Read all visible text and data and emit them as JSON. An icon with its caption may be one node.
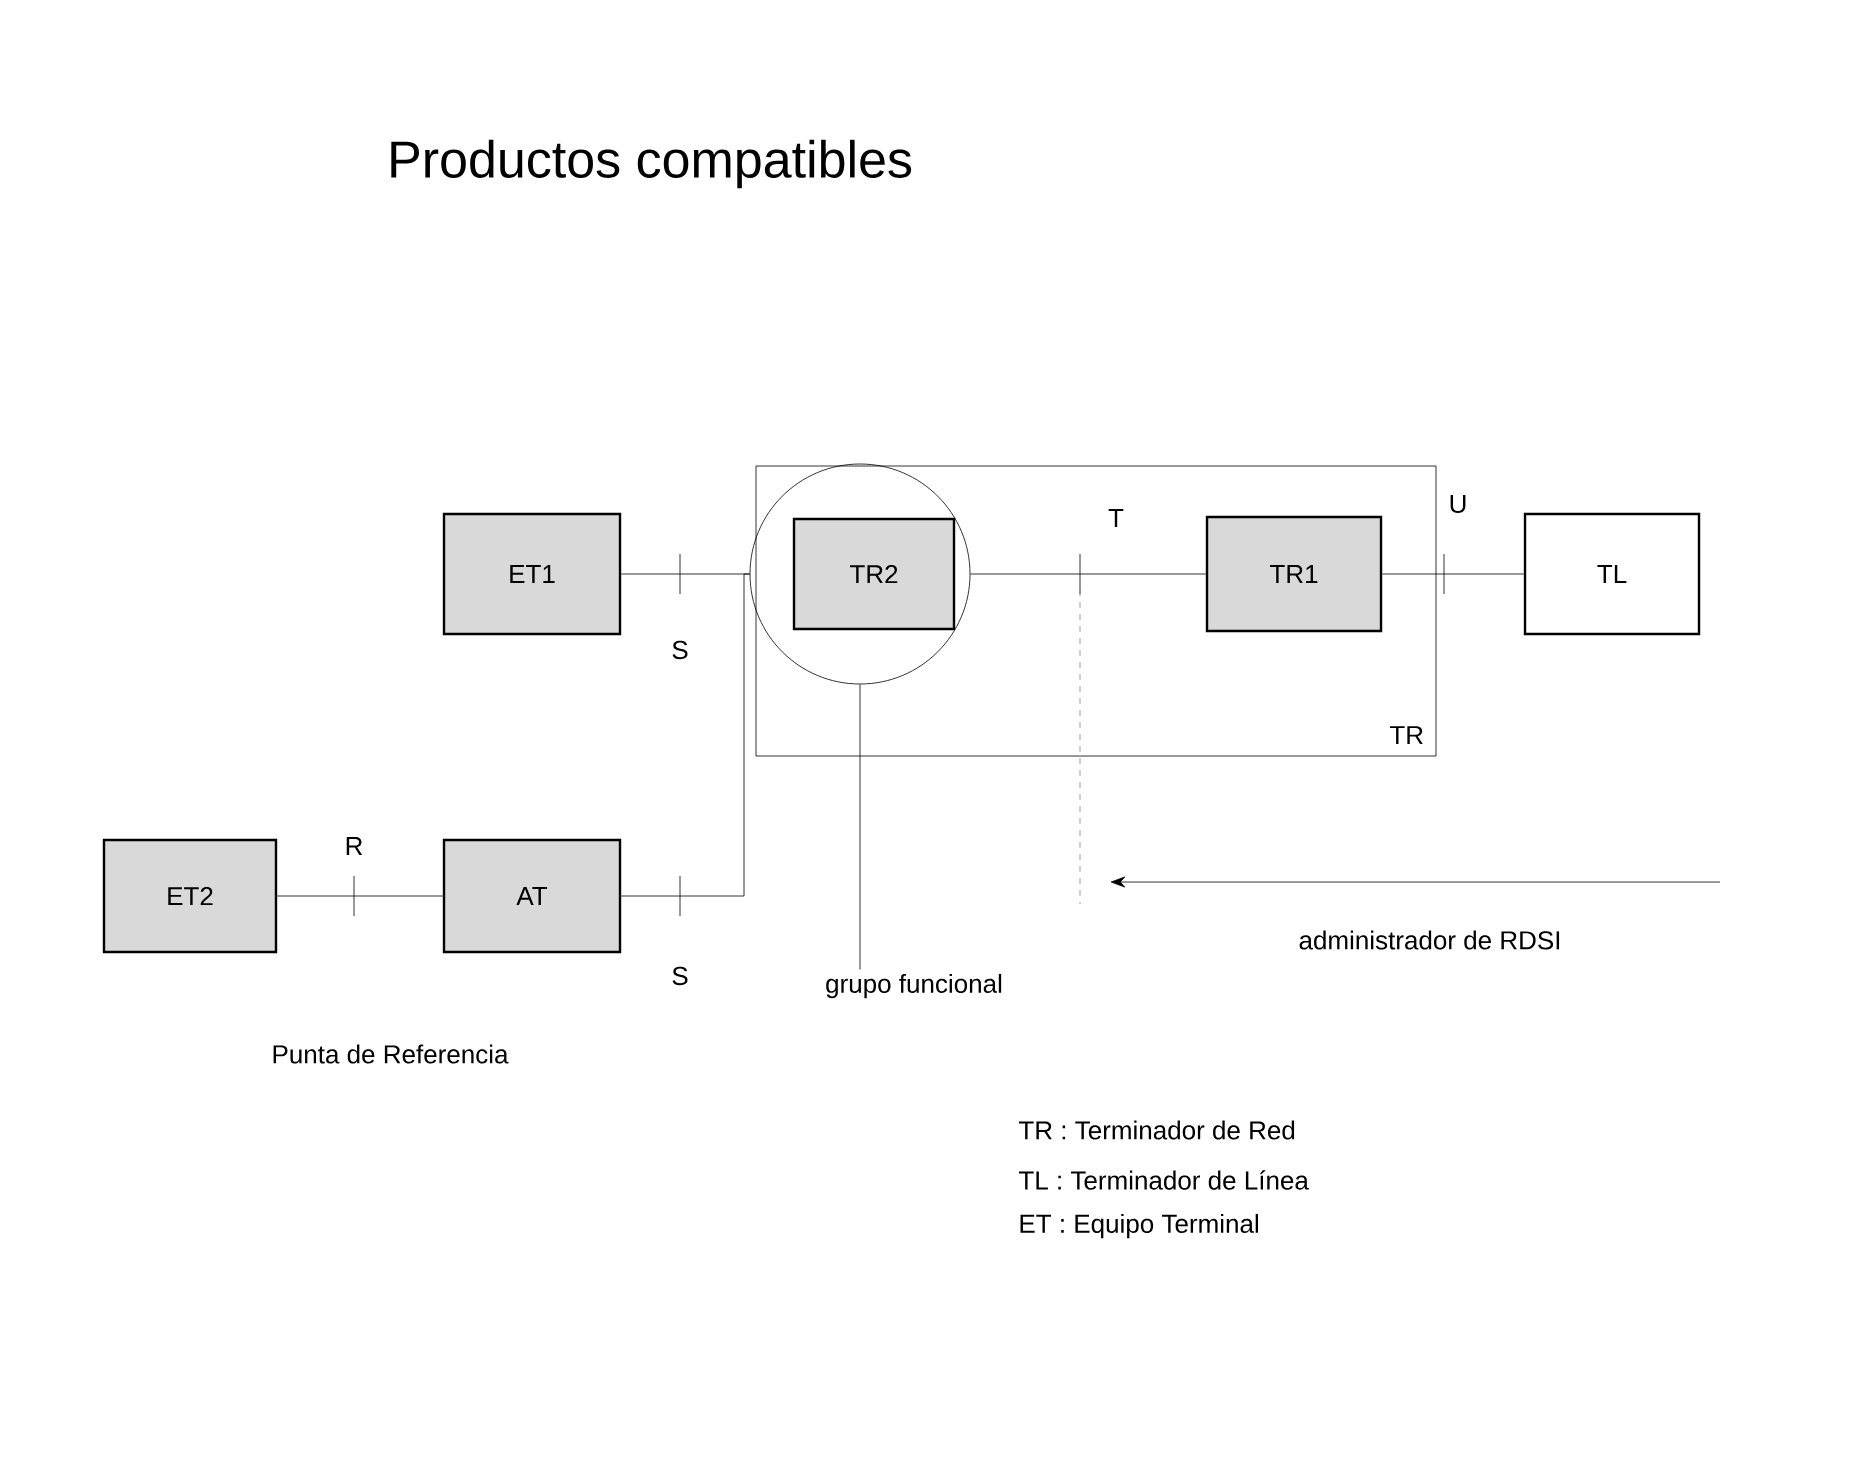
{
  "diagram": {
    "title": "Productos compatibles",
    "nodes": [
      {
        "text": [
          "TR"
        ]
      },
      {
        "text": [],
        "shape": "circle",
        "in": 0
      },
      {
        "text": [
          "TR2"
        ],
        "in": 1
      },
      {
        "text": [
          "TR1"
        ],
        "in": 0
      },
      {
        "text": [
          "ET1"
        ]
      },
      {
        "text": [
          "TL"
        ]
      },
      {
        "text": [
          "ET2"
        ]
      },
      {
        "text": [
          "AT"
        ]
      },
      {
        "text": [
          "grupo funcional"
        ]
      }
    ],
    "edges": [
      {
        "from": 4,
        "to": 1,
        "arrow": "none",
        "label": "S"
      },
      {
        "from": 7,
        "to": 1,
        "arrow": "none",
        "label": "S"
      },
      {
        "from": 1,
        "to": 3,
        "arrow": "none",
        "label": "T"
      },
      {
        "from": 3,
        "to": 5,
        "arrow": "none",
        "label": "U"
      },
      {
        "from": 6,
        "to": 7,
        "arrow": "none",
        "label": "R"
      },
      {
        "from": 8,
        "to": 1,
        "arrow": "none"
      }
    ],
    "labels": [
      "administrador de RDSI",
      "Punta de Referencia",
      "TR : Terminador de Red",
      "TL : Terminador de Línea",
      "ET : Equipo Terminal"
    ]
  }
}
